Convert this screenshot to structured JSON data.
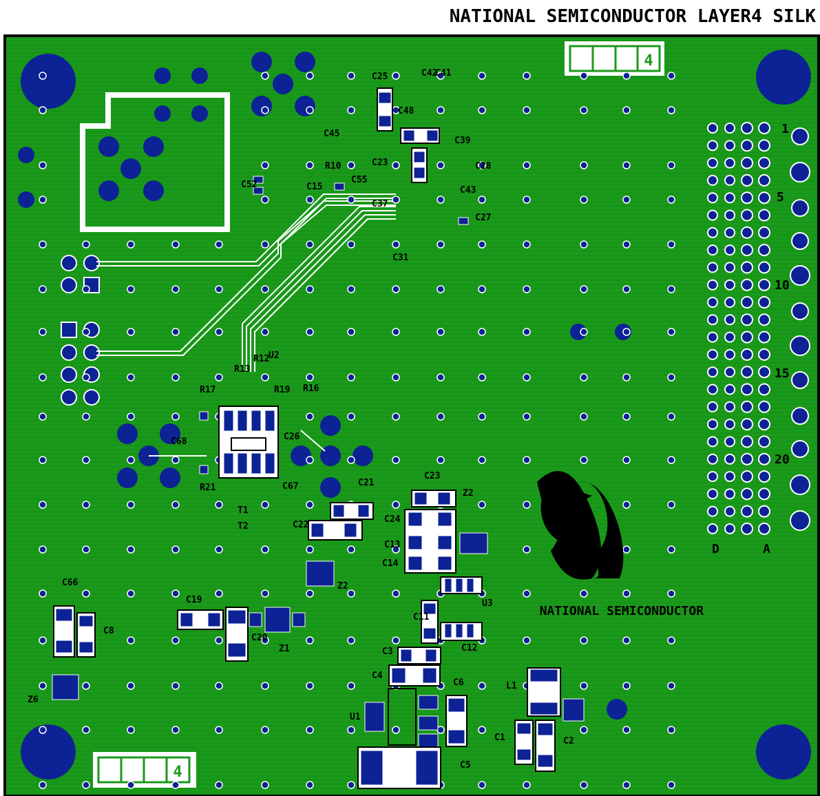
{
  "header": {
    "title": "NATIONAL SEMICONDUCTOR   LAYER4 SILK"
  },
  "board": {
    "layer_number": "4",
    "board_label": "NATIONAL SEMICONDUCTOR",
    "connector_row_labels": [
      "1",
      "5",
      "10",
      "15",
      "20"
    ],
    "connector_col_labels": [
      "D",
      "A"
    ]
  },
  "components": [
    "C25",
    "C42",
    "C41",
    "C48",
    "C45",
    "C39",
    "R10",
    "C23",
    "C55",
    "C15",
    "C28",
    "C43",
    "C52",
    "C37",
    "C31",
    "C27",
    "U2",
    "R13",
    "R12",
    "R19",
    "R16",
    "R17",
    "C26",
    "C68",
    "C67",
    "R21",
    "T1",
    "T2",
    "C21",
    "C23",
    "Z2",
    "C22",
    "C24",
    "C13",
    "C14",
    "U3",
    "Z2",
    "C66",
    "C8",
    "C19",
    "C20",
    "Z1",
    "C11",
    "C12",
    "C3",
    "C4",
    "C6",
    "U1",
    "C5",
    "L1",
    "C1",
    "C2",
    "Z6"
  ],
  "colors": {
    "board": "#1a9a1a",
    "pad": "#0c2295",
    "trace": "#ffffff",
    "silk": "#ffffff",
    "outline": "#000000"
  }
}
